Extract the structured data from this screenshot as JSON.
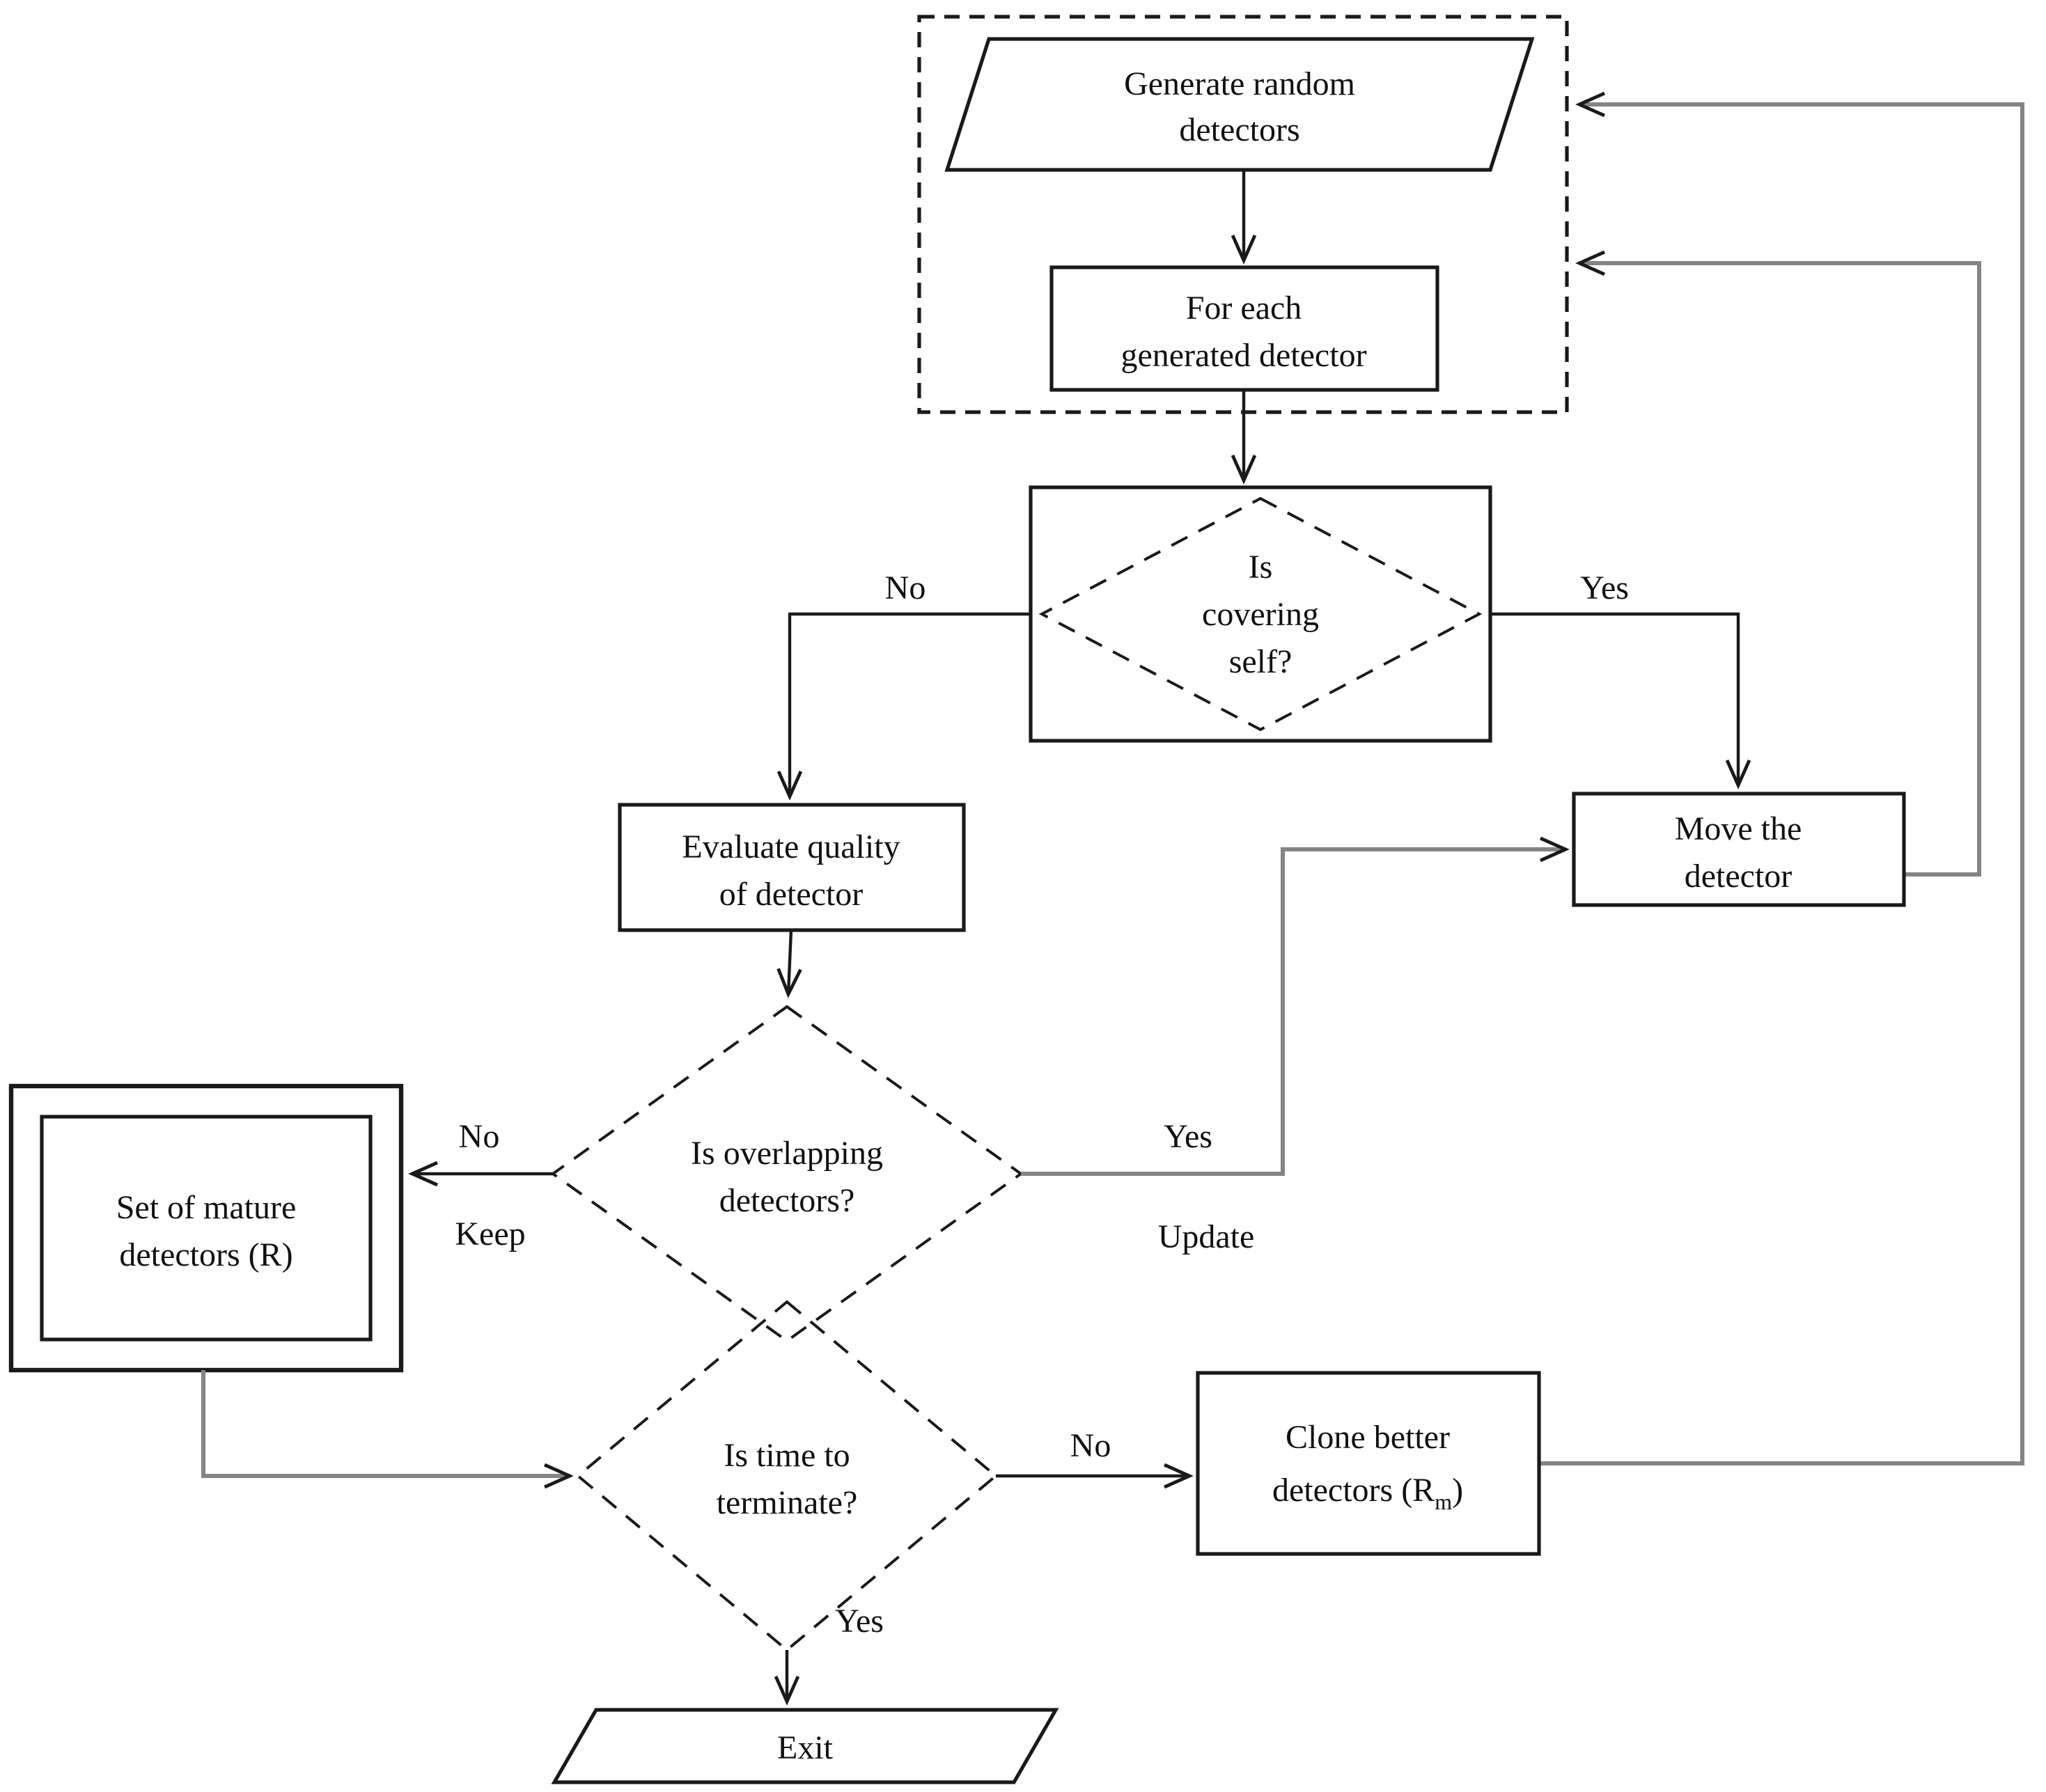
{
  "diagram": {
    "type": "flowchart",
    "background": "#ffffff",
    "stroke_black": "#1a1a1a",
    "stroke_gray": "#848484",
    "nodes": {
      "generate_random_detectors": {
        "shape": "parallelogram",
        "line1": "Generate random",
        "line2": "detectors"
      },
      "for_each_generated_detector": {
        "shape": "process",
        "line1": "For each",
        "line2": "generated detector"
      },
      "is_covering_self": {
        "shape": "decision",
        "line1": "Is",
        "line2": "covering",
        "line3": "self?"
      },
      "evaluate_quality": {
        "shape": "process",
        "line1": "Evaluate quality",
        "line2": "of detector"
      },
      "move_the_detector": {
        "shape": "process",
        "line1": "Move the",
        "line2": "detector"
      },
      "is_overlapping_detectors": {
        "shape": "decision",
        "line1": "Is overlapping",
        "line2": "detectors?"
      },
      "set_of_mature_detectors": {
        "shape": "double-rect",
        "line1": "Set of mature",
        "line2": "detectors (R)"
      },
      "is_time_to_terminate": {
        "shape": "decision",
        "line1": "Is time to",
        "line2": "terminate?"
      },
      "clone_better_detectors": {
        "shape": "process",
        "line1": "Clone better",
        "line2_prefix": "detectors (R",
        "line2_subscript": "m",
        "line2_suffix": ")"
      },
      "exit": {
        "shape": "parallelogram",
        "line1": "Exit"
      }
    },
    "labels": {
      "covering_no": "No",
      "covering_yes": "Yes",
      "overlapping_no": "No",
      "overlapping_keep": "Keep",
      "overlapping_yes": "Yes",
      "overlapping_update": "Update",
      "terminate_no": "No",
      "terminate_yes": "Yes"
    },
    "edges": [
      {
        "from": "generate_random_detectors",
        "to": "for_each_generated_detector",
        "label": ""
      },
      {
        "from": "for_each_generated_detector",
        "to": "is_covering_self",
        "label": ""
      },
      {
        "from": "is_covering_self",
        "to": "evaluate_quality",
        "label": "No"
      },
      {
        "from": "is_covering_self",
        "to": "move_the_detector",
        "label": "Yes"
      },
      {
        "from": "evaluate_quality",
        "to": "is_overlapping_detectors",
        "label": ""
      },
      {
        "from": "is_overlapping_detectors",
        "to": "set_of_mature_detectors",
        "label": "No / Keep"
      },
      {
        "from": "is_overlapping_detectors",
        "to": "move_the_detector",
        "label": "Yes / Update"
      },
      {
        "from": "set_of_mature_detectors",
        "to": "is_time_to_terminate",
        "label": ""
      },
      {
        "from": "is_time_to_terminate",
        "to": "clone_better_detectors",
        "label": "No"
      },
      {
        "from": "is_time_to_terminate",
        "to": "exit",
        "label": "Yes"
      },
      {
        "from": "move_the_detector",
        "to": "for_each_generated_detector",
        "label": ""
      },
      {
        "from": "clone_better_detectors",
        "to": "generate_random_detectors",
        "label": ""
      }
    ]
  }
}
